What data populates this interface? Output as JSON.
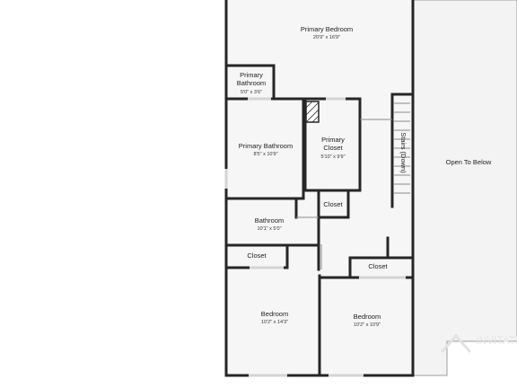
{
  "watermark": "FOR DISPLAY ONLY ON THE INVITATION HOMES WEBSITE",
  "brand": "INVITATION",
  "rooms": {
    "primary_bedroom": {
      "name": "Primary Bedroom",
      "dims": "20'9\" x 16'9\""
    },
    "primary_bathroom_small": {
      "name_line1": "Primary",
      "name_line2": "Bathroom",
      "dims": "5'0\" x 3'6\""
    },
    "primary_bathroom": {
      "name": "Primary Bathroom",
      "dims": "8'5\" x 10'9\""
    },
    "primary_closet": {
      "name_line1": "Primary",
      "name_line2": "Closet",
      "dims": "5'10\" x 9'9\""
    },
    "stairs": {
      "name": "Stairs (Down)"
    },
    "open_to_below": {
      "name": "Open To Below"
    },
    "closet_hall": {
      "name": "Closet"
    },
    "bathroom": {
      "name": "Bathroom",
      "dims": "10'1\" x 5'0\""
    },
    "closet_left": {
      "name": "Closet"
    },
    "closet_right": {
      "name": "Closet"
    },
    "bedroom_left": {
      "name": "Bedroom",
      "dims": "10'2\" x 14'3\""
    },
    "bedroom_right": {
      "name": "Bedroom",
      "dims": "10'2\" x 10'9\""
    }
  }
}
